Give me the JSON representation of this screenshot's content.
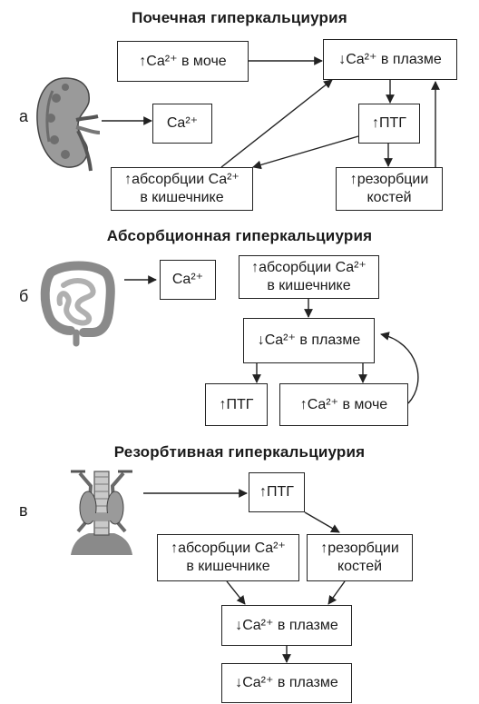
{
  "sections": [
    {
      "letter": "а",
      "title": "Почечная гиперкальциурия",
      "boxes": {
        "urine": "↑Ca²⁺ в моче",
        "plasma": "↓Ca²⁺ в плазме",
        "ca": "Ca²⁺",
        "ptg": "↑ПТГ",
        "absorb_1": "↑абсорбции Ca²⁺",
        "absorb_2": "в кишечнике",
        "resorb_1": "↑резорбции",
        "resorb_2": "костей"
      }
    },
    {
      "letter": "б",
      "title": "Абсорбционная гиперкальциурия",
      "boxes": {
        "ca": "Ca²⁺",
        "absorb_1": "↑абсорбции Ca²⁺",
        "absorb_2": "в кишечнике",
        "plasma": "↓Ca²⁺ в плазме",
        "ptg": "↑ПТГ",
        "urine": "↑Ca²⁺ в моче"
      }
    },
    {
      "letter": "в",
      "title": "Резорбтивная гиперкальциурия",
      "boxes": {
        "ptg": "↑ПТГ",
        "absorb_1": "↑абсорбции Ca²⁺",
        "absorb_2": "в кишечнике",
        "resorb_1": "↑резорбции",
        "resorb_2": "костей",
        "plasma_1": "↓Ca²⁺ в плазме",
        "plasma_2": "↓Ca²⁺ в плазме"
      }
    }
  ],
  "icons": [
    "kidney-icon",
    "intestine-icon",
    "thyroid-gland-icon"
  ]
}
